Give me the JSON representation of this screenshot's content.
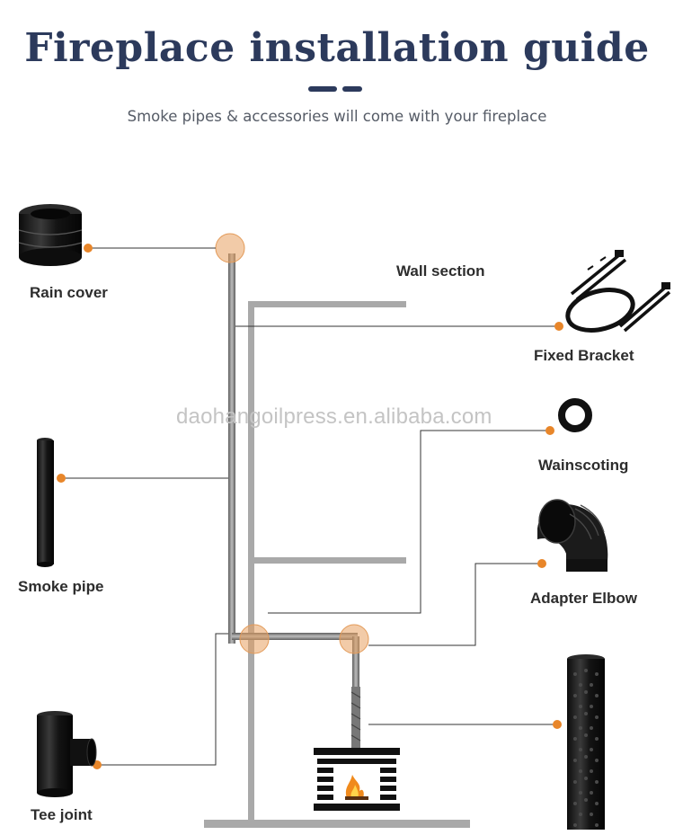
{
  "header": {
    "title": "Fireplace installation guide",
    "subtitle": "Smoke pipes & accessories will come with your fireplace"
  },
  "watermark": "daohangoilpress.en.alibaba.com",
  "labels": {
    "wall_section": "Wall section",
    "rain_cover": "Rain cover",
    "fixed_bracket": "Fixed Bracket",
    "wainscoting": "Wainscoting",
    "smoke_pipe": "Smoke pipe",
    "adapter_elbow": "Adapter Elbow",
    "tee_joint": "Tee joint"
  },
  "colors": {
    "title": "#2c3a5c",
    "connector_dot": "#e8862a",
    "joint_highlight": "#e8a060",
    "wall": "#a9a9a9",
    "pipe": "#8a8a8a",
    "part_black": "#151515"
  }
}
